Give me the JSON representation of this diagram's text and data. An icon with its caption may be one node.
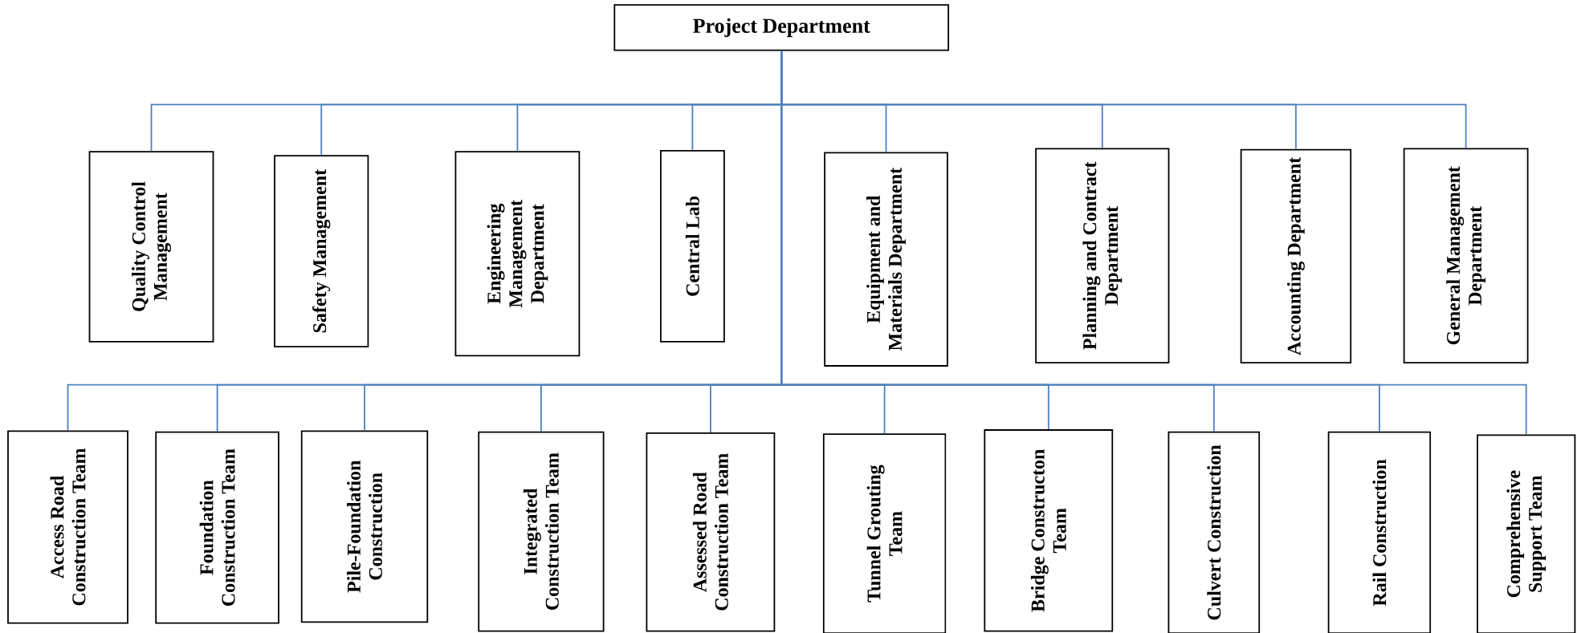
{
  "diagram": {
    "nodes": [
      {
        "text": [
          "Project Department"
        ]
      },
      {
        "text": [
          "Quality Control Management"
        ]
      },
      {
        "text": [
          "Safety Management"
        ]
      },
      {
        "text": [
          "Engineering Management Department"
        ]
      },
      {
        "text": [
          "Central Lab"
        ]
      },
      {
        "text": [
          "Equipment and Materials Department"
        ]
      },
      {
        "text": [
          "Planning and Contract Department"
        ]
      },
      {
        "text": [
          "Accounting Department"
        ]
      },
      {
        "text": [
          "General Management Department"
        ]
      },
      {
        "text": [
          "Access Road Construction Team"
        ]
      },
      {
        "text": [
          "Foundation Construction Team"
        ]
      },
      {
        "text": [
          "Pile-Foundation Construction"
        ]
      },
      {
        "text": [
          "Integrated Construction Team"
        ]
      },
      {
        "text": [
          "Assessed Road Construction Team"
        ]
      },
      {
        "text": [
          "Tunnel Grouting Team"
        ]
      },
      {
        "text": [
          "Bridge Constructon Team"
        ]
      },
      {
        "text": [
          "Culvert Construction"
        ]
      },
      {
        "text": [
          "Rail Construction"
        ]
      },
      {
        "text": [
          "Comprehensive Support Team"
        ]
      }
    ],
    "edges": [
      {
        "from": 0,
        "to": 1,
        "arrow": "none"
      },
      {
        "from": 0,
        "to": 2,
        "arrow": "none"
      },
      {
        "from": 0,
        "to": 3,
        "arrow": "none"
      },
      {
        "from": 0,
        "to": 4,
        "arrow": "none"
      },
      {
        "from": 0,
        "to": 5,
        "arrow": "none"
      },
      {
        "from": 0,
        "to": 6,
        "arrow": "none"
      },
      {
        "from": 0,
        "to": 7,
        "arrow": "none"
      },
      {
        "from": 0,
        "to": 8,
        "arrow": "none"
      },
      {
        "from": 0,
        "to": 9,
        "arrow": "none"
      },
      {
        "from": 0,
        "to": 10,
        "arrow": "none"
      },
      {
        "from": 0,
        "to": 11,
        "arrow": "none"
      },
      {
        "from": 0,
        "to": 12,
        "arrow": "none"
      },
      {
        "from": 0,
        "to": 13,
        "arrow": "none"
      },
      {
        "from": 0,
        "to": 14,
        "arrow": "none"
      },
      {
        "from": 0,
        "to": 15,
        "arrow": "none"
      },
      {
        "from": 0,
        "to": 16,
        "arrow": "none"
      },
      {
        "from": 0,
        "to": 17,
        "arrow": "none"
      },
      {
        "from": 0,
        "to": 18,
        "arrow": "none"
      }
    ]
  }
}
